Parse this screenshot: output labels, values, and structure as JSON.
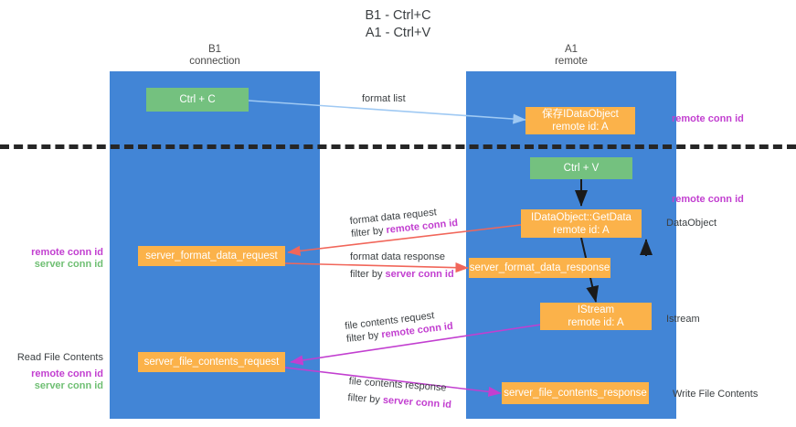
{
  "title": "B1 - Ctrl+C\nA1 - Ctrl+V",
  "colors": {
    "lane": "#4285d6",
    "node_orange": "#fbb24a",
    "node_green": "#74c17f",
    "magenta": "#c23fd0",
    "green_text": "#6fbf73",
    "divider": "#262626",
    "arrow_blue": "#9fc9f3",
    "arrow_red": "#f1665a",
    "arrow_magenta": "#c23fd0",
    "arrow_black": "#1a1a1a"
  },
  "lanes": [
    {
      "id": "b1",
      "title": "B1\nconnection"
    },
    {
      "id": "a1",
      "title": "A1\nremote"
    }
  ],
  "nodes": {
    "ctrl_c": {
      "label": "Ctrl + C",
      "color": "green"
    },
    "ctrl_v": {
      "label": "Ctrl + V",
      "color": "green"
    },
    "data_object_remote": {
      "label": "保存IDataObject\nremote id: A",
      "color": "orange"
    },
    "get_data": {
      "label": "IDataObject::GetData\nremote id: A",
      "color": "orange"
    },
    "server_format_data_request": {
      "label": "server_format_data_request",
      "color": "orange"
    },
    "server_format_data_response": {
      "label": "server_format_data_response",
      "color": "orange"
    },
    "istream": {
      "label": "IStream\nremote id: A",
      "color": "orange"
    },
    "server_file_contents_request": {
      "label": "server_file_contents_request",
      "color": "orange"
    },
    "server_file_contents_response": {
      "label": "server_file_contents_response",
      "color": "orange"
    }
  },
  "edge_labels": {
    "format_list": "format list",
    "format_data_request": "format data request",
    "format_data_request_filter_prefix": "filter by ",
    "format_data_request_filter_key": "remote conn id",
    "format_data_response": "format data response",
    "format_data_response_filter_prefix": "filter by ",
    "format_data_response_filter_key": "server conn id",
    "file_contents_request": "file contents request",
    "file_contents_request_filter_prefix": "filter by ",
    "file_contents_request_filter_key": "remote conn id",
    "file_contents_response": "file contents response",
    "file_contents_response_filter_prefix": "filter by ",
    "file_contents_response_filter_key": "server conn id"
  },
  "annotations": {
    "right_remote_conn_id_top": "remote conn id",
    "right_remote_conn_id_mid": "remote conn id",
    "right_data_object": "DataObject",
    "right_istream": "Istream",
    "right_write_file_contents": "Write File Contents",
    "left_remote_conn_id": "remote conn id",
    "left_server_conn_id": "server conn id",
    "left_read_file_contents": "Read File Contents",
    "left_remote_conn_id_2": "remote conn id",
    "left_server_conn_id_2": "server conn id"
  }
}
